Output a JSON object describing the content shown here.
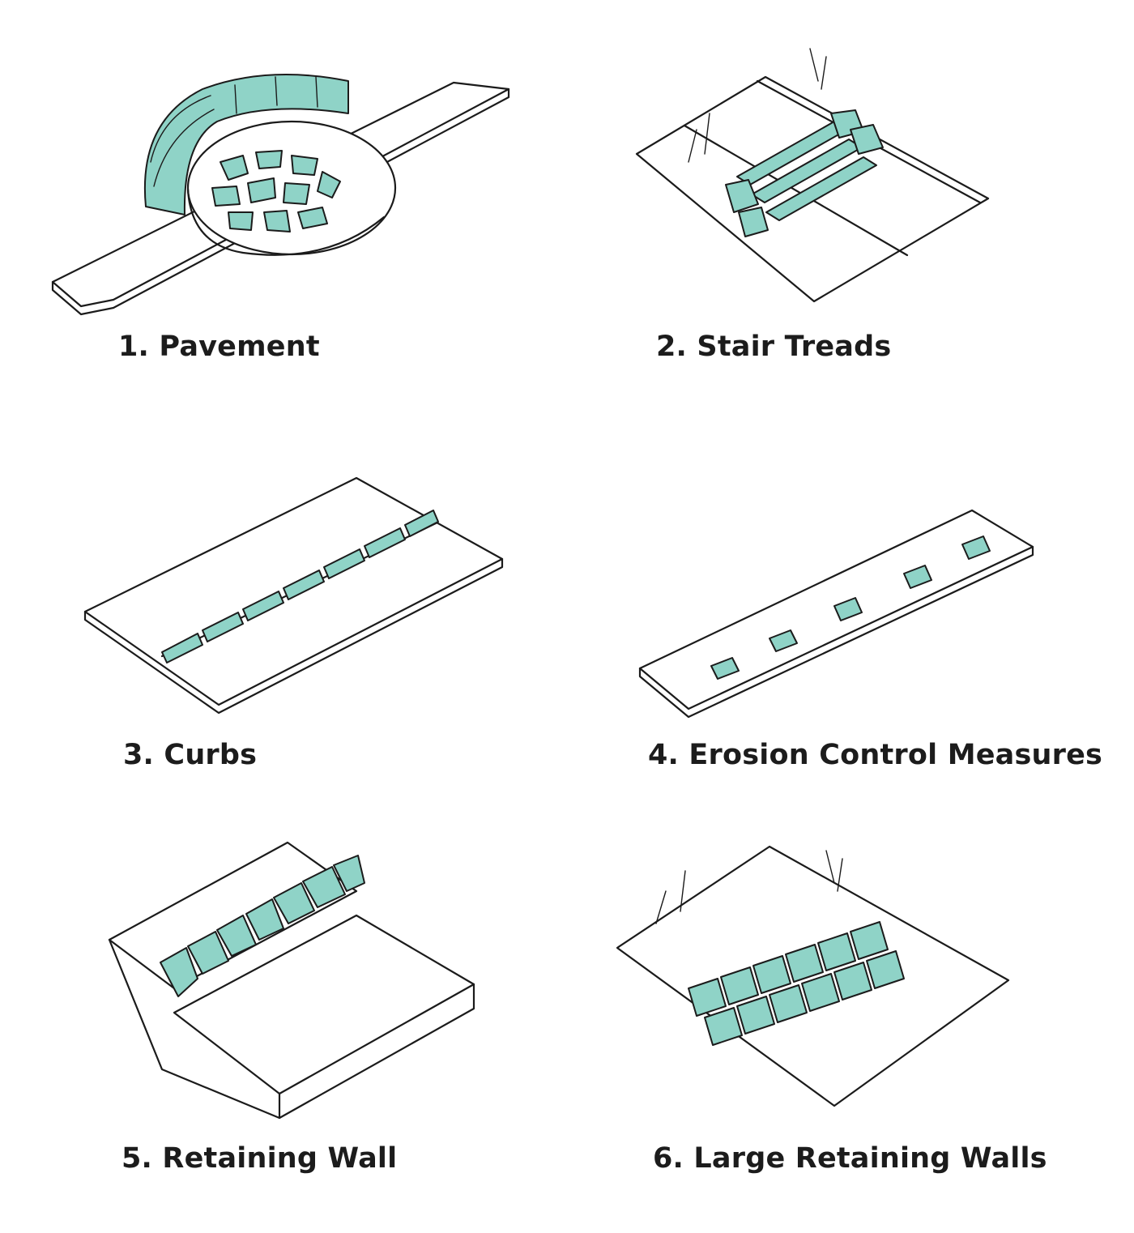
{
  "colors": {
    "stone": "#8fd3c7",
    "ink": "#1b1b1b",
    "background": "#ffffff"
  },
  "panels": [
    {
      "caption": "1. Pavement"
    },
    {
      "caption": "2. Stair Treads"
    },
    {
      "caption": "3. Curbs"
    },
    {
      "caption": "4. Erosion Control Measures"
    },
    {
      "caption": "5. Retaining Wall"
    },
    {
      "caption": "6.  Large Retaining Walls"
    }
  ]
}
